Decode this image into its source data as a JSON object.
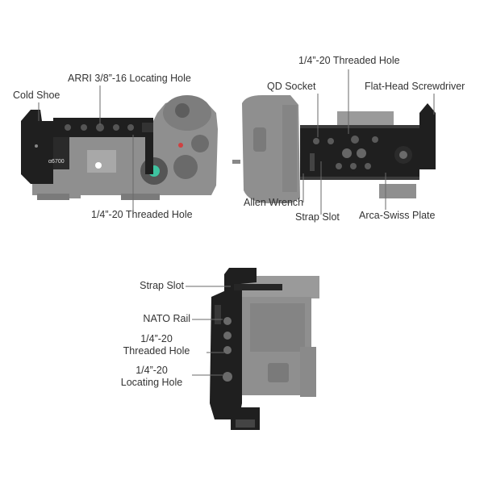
{
  "colors": {
    "camera_body": "#8e8e8e",
    "camera_dark": "#6f6f6f",
    "cage_black": "#1f1f1f",
    "leader_line": "#6a6a6a",
    "label_text": "#333333"
  },
  "top_view": {
    "camera_model": "α6700",
    "labels": {
      "cold_shoe": "Cold Shoe",
      "arri_hole": "ARRI 3/8”-16 Locating Hole",
      "threaded_hole_bottom": "1/4”-20 Threaded Hole"
    }
  },
  "bottom_view": {
    "labels": {
      "threaded_hole_top": "1/4”-20 Threaded Hole",
      "qd_socket": "QD Socket",
      "flat_head_screwdriver": "Flat-Head Screwdriver",
      "allen_wrench": "Allen Wrench",
      "strap_slot": "Strap Slot",
      "arca_swiss_plate": "Arca-Swiss Plate"
    }
  },
  "side_view": {
    "labels": {
      "strap_slot": "Strap Slot",
      "nato_rail": "NATO Rail",
      "threaded_hole_line1": "1/4”-20",
      "threaded_hole_line2": "Threaded Hole",
      "locating_hole_line1": "1/4”-20",
      "locating_hole_line2": "Locating Hole"
    }
  }
}
